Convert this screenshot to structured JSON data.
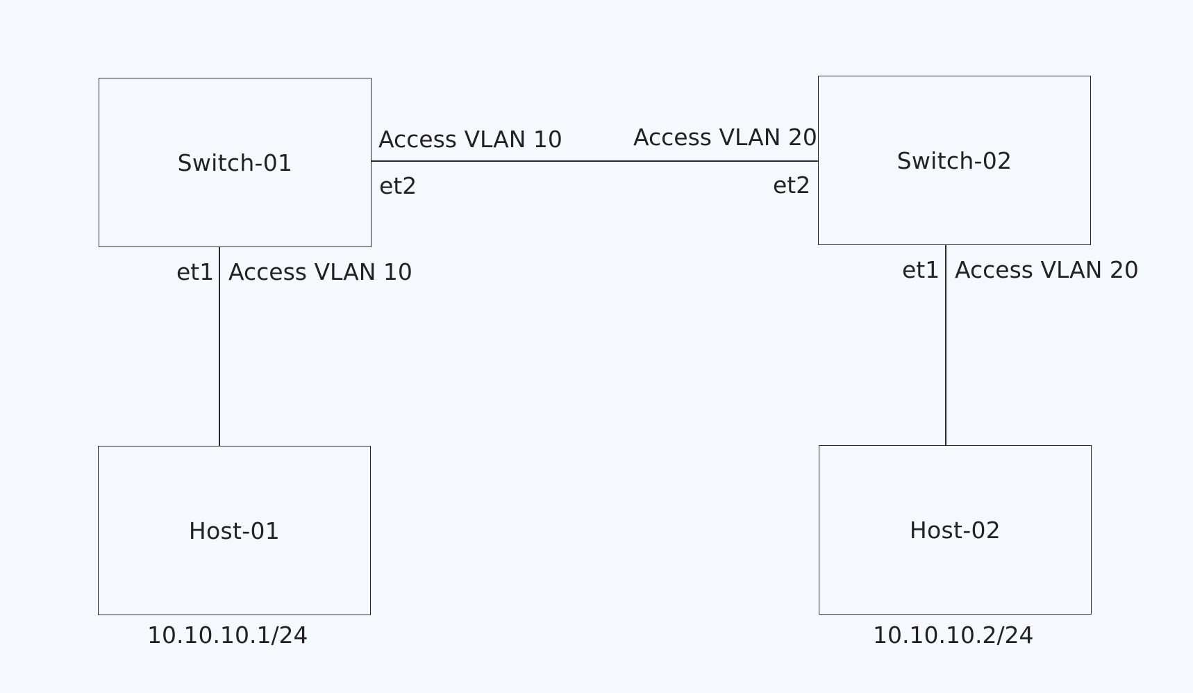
{
  "nodes": {
    "switch1": {
      "label": "Switch-01"
    },
    "switch2": {
      "label": "Switch-02"
    },
    "host1": {
      "label": "Host-01",
      "ip": "10.10.10.1/24"
    },
    "host2": {
      "label": "Host-02",
      "ip": "10.10.10.2/24"
    }
  },
  "links": {
    "switch1_switch2": {
      "switch1_port": "et2",
      "switch1_mode": "Access VLAN 10",
      "switch2_port": "et2",
      "switch2_mode": "Access VLAN 20"
    },
    "switch1_host1": {
      "port": "et1",
      "mode": "Access VLAN 10"
    },
    "switch2_host2": {
      "port": "et1",
      "mode": "Access VLAN 20"
    }
  },
  "colors": {
    "background": "#f5f8fc",
    "stroke": "#2a2a2a",
    "text": "#222222"
  }
}
